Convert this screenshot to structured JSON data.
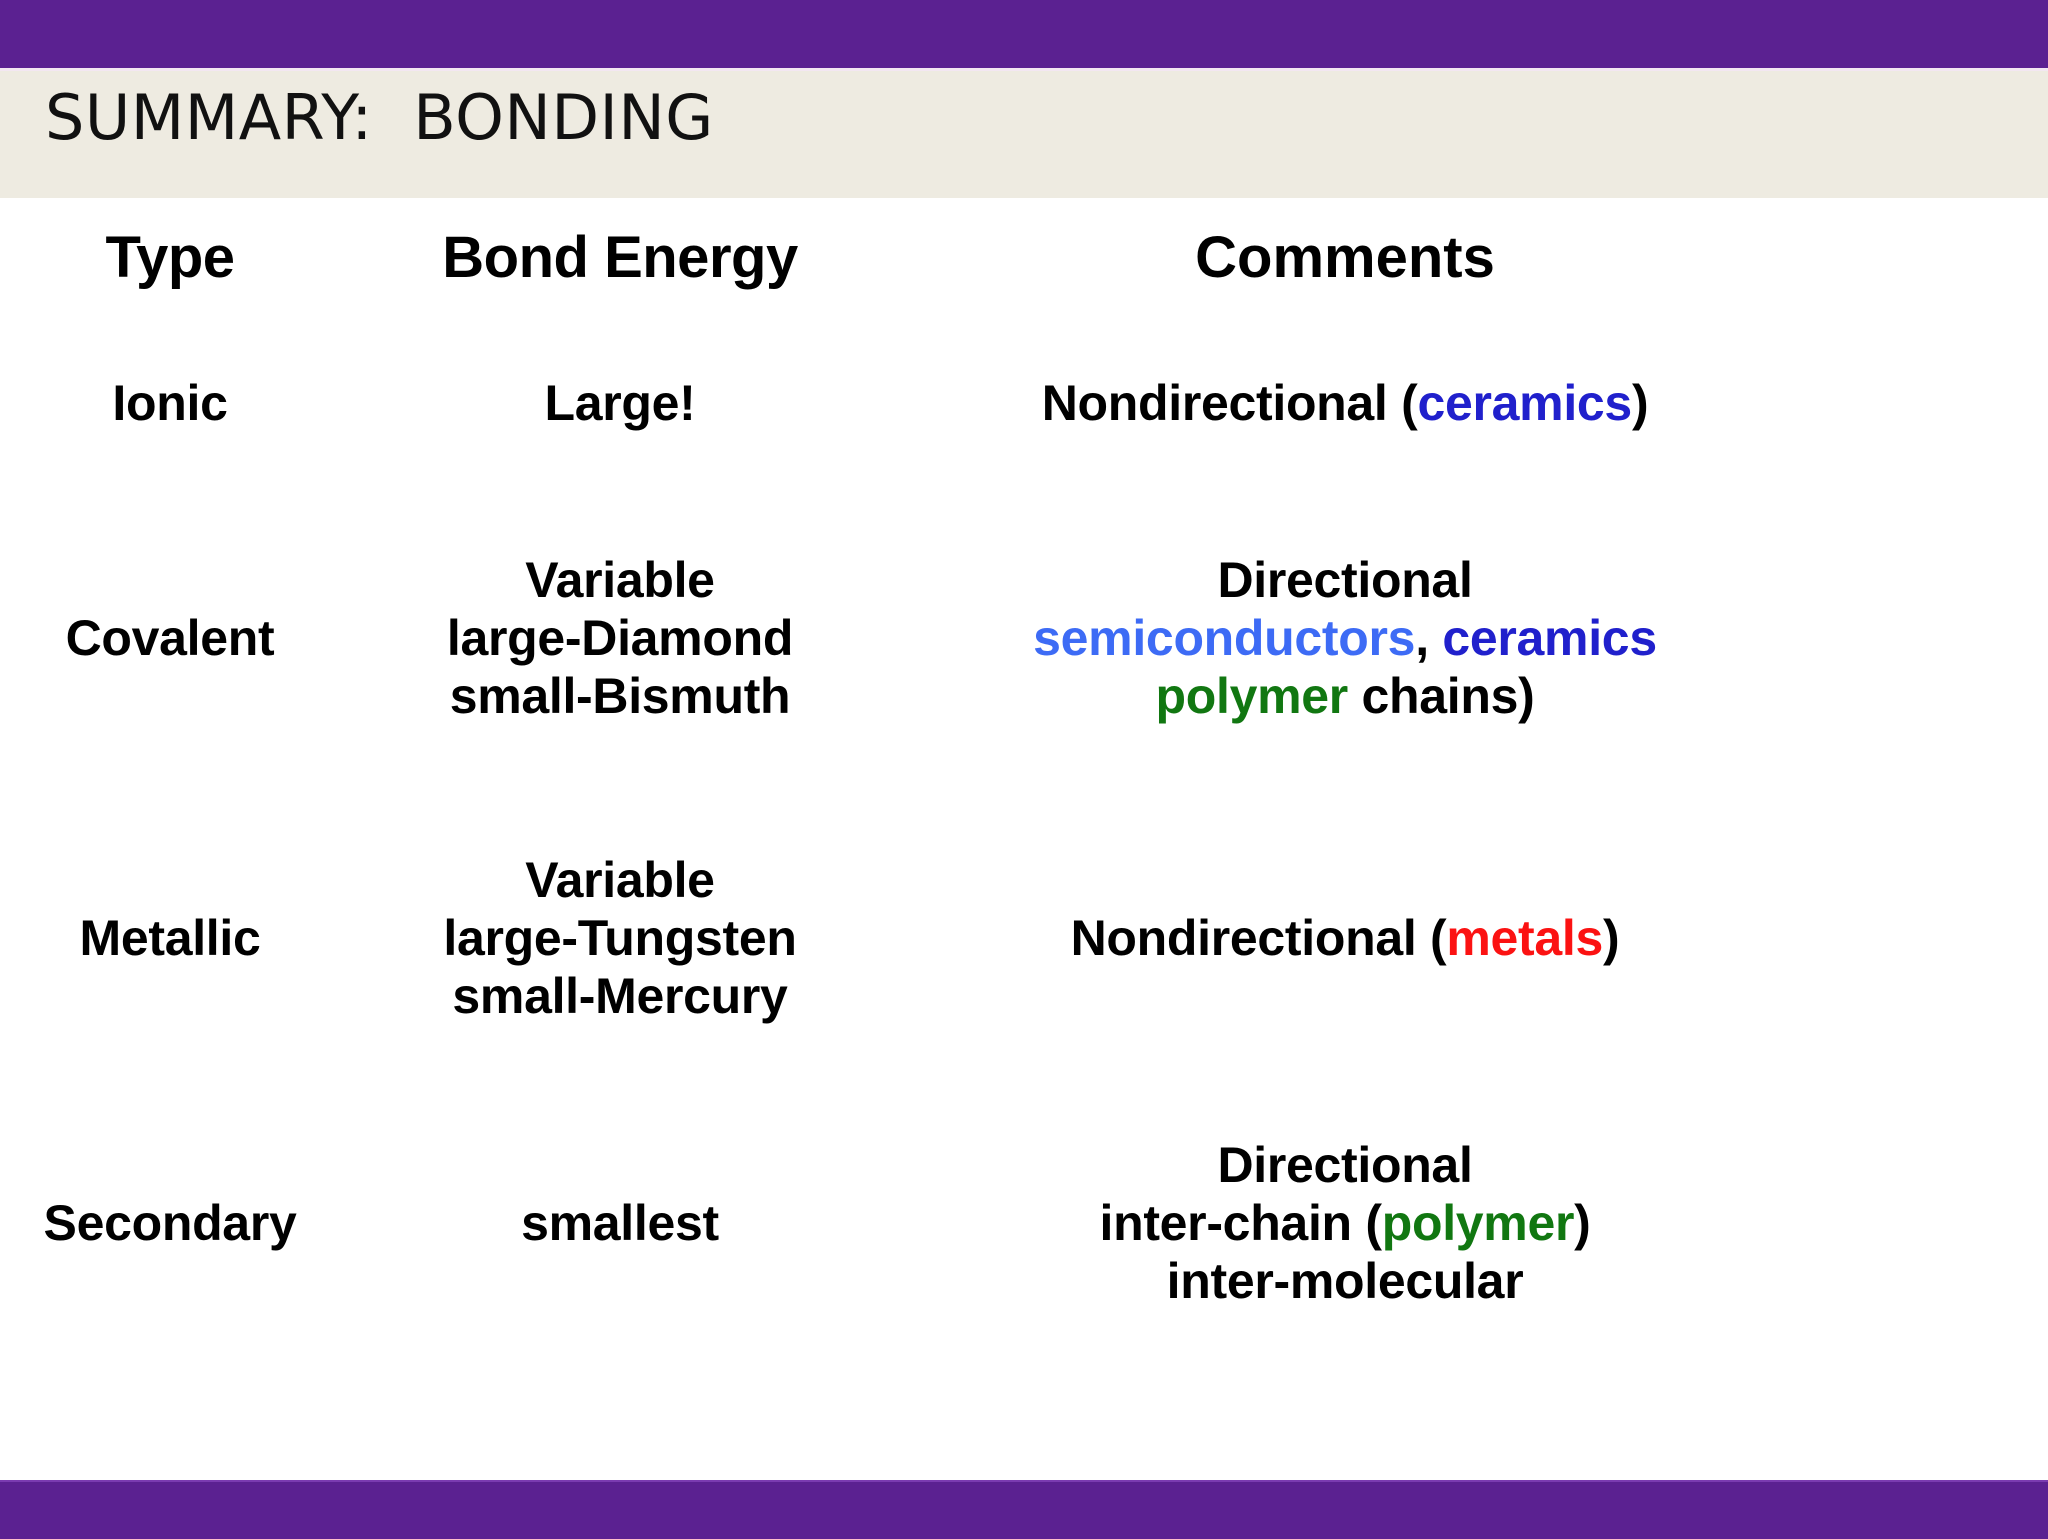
{
  "slide": {
    "title": "SUMMARY:  BONDING",
    "theme": {
      "bar_purple": "#5B2191",
      "title_band": "#EEEBE1",
      "body_background": "#FFFFFF",
      "text": "#000000"
    }
  },
  "accent_colors": {
    "ceramics": "#2020CC",
    "semiconductors": "#3D6BF5",
    "polymer": "#117711",
    "metals": "#FB1212"
  },
  "table": {
    "headers": {
      "type": "Type",
      "bond_energy": "Bond Energy",
      "comments": "Comments"
    },
    "rows": [
      {
        "type": "Ionic",
        "energy_lines": [
          "Large!"
        ],
        "comment_lines": [
          [
            {
              "text": "Nondirectional (",
              "color": "black"
            },
            {
              "text": "ceramics",
              "color": "ceramics"
            },
            {
              "text": ")",
              "color": "black"
            }
          ]
        ]
      },
      {
        "type": "Covalent",
        "energy_lines": [
          "Variable",
          "large-Diamond",
          "small-Bismuth"
        ],
        "comment_lines": [
          [
            {
              "text": "Directional",
              "color": "black"
            }
          ],
          [
            {
              "text": "semiconductors",
              "color": "semiconductors"
            },
            {
              "text": ", ",
              "color": "black"
            },
            {
              "text": "ceramics",
              "color": "ceramics"
            }
          ],
          [
            {
              "text": "polymer",
              "color": "polymer"
            },
            {
              "text": " chains)",
              "color": "black"
            }
          ]
        ]
      },
      {
        "type": "Metallic",
        "energy_lines": [
          "Variable",
          "large-Tungsten",
          "small-Mercury"
        ],
        "comment_lines": [
          [
            {
              "text": "Nondirectional (",
              "color": "black"
            },
            {
              "text": "metals",
              "color": "metals"
            },
            {
              "text": ")",
              "color": "black"
            }
          ]
        ]
      },
      {
        "type": "Secondary",
        "energy_lines": [
          "smallest"
        ],
        "comment_lines": [
          [
            {
              "text": "Directional",
              "color": "black"
            }
          ],
          [
            {
              "text": "inter-chain (",
              "color": "black"
            },
            {
              "text": "polymer",
              "color": "polymer"
            },
            {
              "text": ")",
              "color": "black"
            }
          ],
          [
            {
              "text": "inter-molecular",
              "color": "black"
            }
          ]
        ]
      }
    ]
  }
}
